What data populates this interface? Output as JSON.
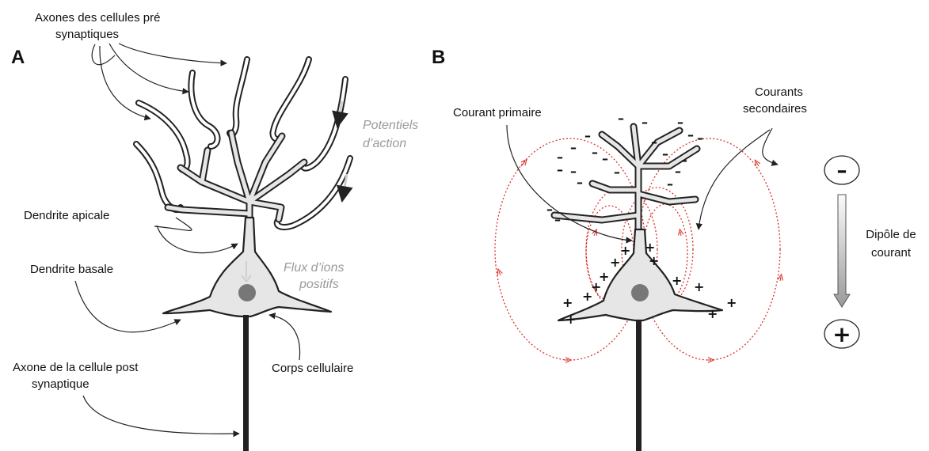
{
  "panel_a": {
    "letter": "A",
    "labels": {
      "presynaptic_axons_line1": "Axones des cellules pré",
      "presynaptic_axons_line2": "synaptiques",
      "action_potentials_line1": "Potentiels",
      "action_potentials_line2": "d’action",
      "apical_dendrite": "Dendrite apicale",
      "basal_dendrite": "Dendrite basale",
      "ion_flux_line1": "Flux d’ions",
      "ion_flux_line2": "positifs",
      "postsynaptic_axon_line1": "Axone de la cellule post",
      "postsynaptic_axon_line2": "synaptique",
      "cell_body": "Corps cellulaire"
    }
  },
  "panel_b": {
    "letter": "B",
    "labels": {
      "primary_current": "Courant primaire",
      "secondary_currents_line1": "Courants",
      "secondary_currents_line2": "secondaires",
      "dipole_line1": "Dipôle de",
      "dipole_line2": "courant"
    },
    "signs": {
      "negative": "–",
      "positive": "+"
    }
  },
  "colors": {
    "field_lines": "#d9322b",
    "neuron_fill": "#e6e6e6",
    "grey_text": "#9a9a9a"
  }
}
